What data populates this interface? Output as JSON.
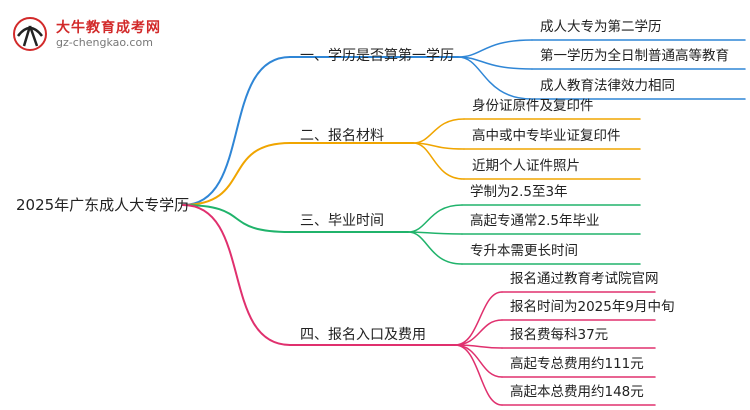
{
  "logo": {
    "title": "大牛教育成考网",
    "url": "gz-chengkao.com"
  },
  "mindmap": {
    "root": "2025年广东成人大专学历",
    "branches": [
      {
        "label": "一、学历是否算第一学历",
        "color": "#2f86d6",
        "children": [
          "成人大专为第二学历",
          "第一学历为全日制普通高等教育",
          "成人教育法律效力相同"
        ]
      },
      {
        "label": "二、报名材料",
        "color": "#f0a500",
        "children": [
          "身份证原件及复印件",
          "高中或中专毕业证复印件",
          "近期个人证件照片"
        ]
      },
      {
        "label": "三、毕业时间",
        "color": "#20b36b",
        "children": [
          "学制为2.5至3年",
          "高起专通常2.5年毕业",
          "专升本需更长时间"
        ]
      },
      {
        "label": "四、报名入口及费用",
        "color": "#e0306e",
        "children": [
          "报名通过教育考试院官网",
          "报名时间为2025年9月中旬",
          "报名费每科37元",
          "高起专总费用约111元",
          "高起本总费用约148元"
        ]
      }
    ]
  }
}
